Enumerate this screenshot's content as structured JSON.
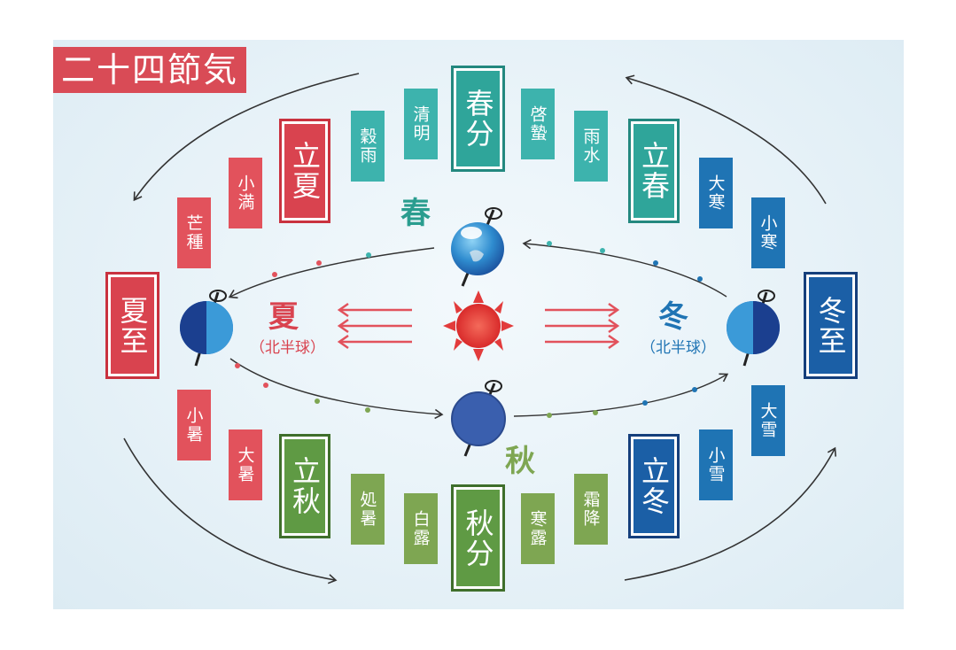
{
  "title": "二十四節気",
  "seasons": {
    "spring": "春",
    "summer": "夏",
    "summer_note": "（北半球）",
    "autumn": "秋",
    "winter": "冬",
    "winter_note": "（北半球）"
  },
  "terms": {
    "shunbun": "春分",
    "seimei": "清明",
    "kokuu": "穀雨",
    "rikka": "立夏",
    "shoman": "小満",
    "boshu": "芒種",
    "geshi": "夏至",
    "shosho": "小暑",
    "taisho": "大暑",
    "risshu": "立秋",
    "shosho2": "処暑",
    "hakuro": "白露",
    "shubun": "秋分",
    "kanro": "寒露",
    "soko": "霜降",
    "ritto": "立冬",
    "shosetsu": "小雪",
    "taisetsu": "大雪",
    "toji": "冬至",
    "shokan": "小寒",
    "daikan": "大寒",
    "risshun": "立春",
    "usui": "雨水",
    "keichitsu": "啓蟄"
  },
  "colors": {
    "summer_red": "#e2525c",
    "spring_teal": "#3db3ad",
    "winter_blue": "#1f74b4",
    "autumn_green": "#7ea652",
    "sun": "#e23b3b"
  }
}
